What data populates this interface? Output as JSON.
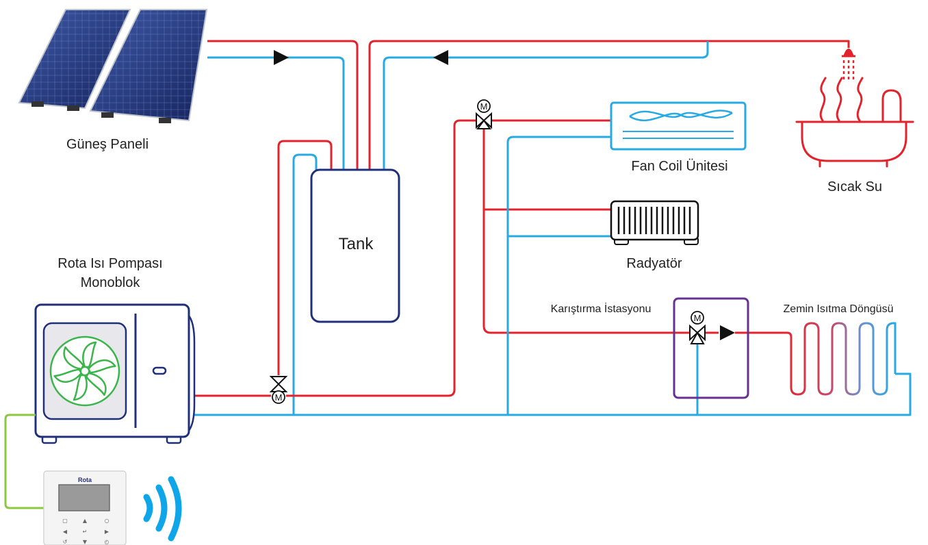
{
  "labels": {
    "solar_panel": "Güneş Paneli",
    "heat_pump_line1": "Rota Isı Pompası",
    "heat_pump_line2": "Monoblok",
    "tank": "Tank",
    "fan_coil": "Fan Coil Ünitesi",
    "radiator": "Radyatör",
    "hot_water": "Sıcak Su",
    "mixing_station": "Karıştırma İstasyonu",
    "floor_heating": "Zemin Isıtma Döngüsü",
    "controller_brand": "Rota"
  },
  "valve_motor_symbol": "M",
  "colors": {
    "hot_pipe": "#e3232b",
    "cold_pipe": "#27a9e1",
    "equipment_outline": "#1f2f7a",
    "fan_blade": "#3ab54a",
    "control_cable": "#8dc63f",
    "mixing_station_border": "#6a2f93",
    "wireless": "#0ea5e9"
  },
  "icons": [
    "solar-panel-icon",
    "heat-pump-icon",
    "fan-icon",
    "radiator-icon",
    "fan-coil-icon",
    "bathtub-icon",
    "shower-icon",
    "motorized-valve-icon",
    "flow-arrow-icon",
    "wifi-icon",
    "controller-icon"
  ]
}
